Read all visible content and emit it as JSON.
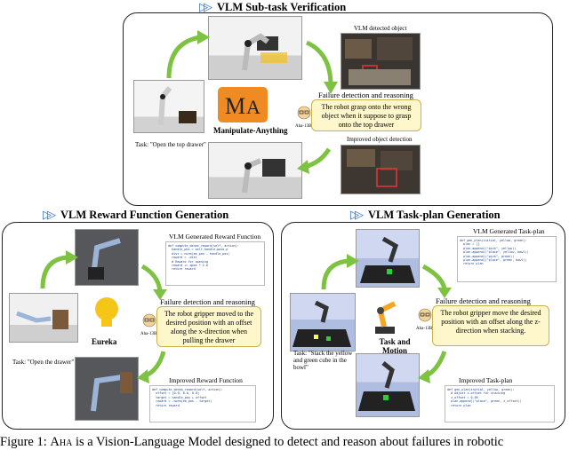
{
  "sections": {
    "top": "VLM Sub-task Verification",
    "left": "VLM Reward Function Generation",
    "right": "VLM Task-plan Generation"
  },
  "top_panel": {
    "detected_label": "VLM detected object",
    "improved_label": "Improved object detection",
    "task_label": "Task: \"Open the top drawer\"",
    "logo_name": "Manipulate-Anything",
    "bubble_head": "Failure detection and reasoning",
    "bubble_text": "The robot grasp onto the wrong object when it suppose to grasp onto the top drawer",
    "aha_label": "Aha-13B"
  },
  "left_panel": {
    "code_title": "VLM Generated Reward Function",
    "bubble_head": "Failure detection and reasoning",
    "bubble_text": "The robot gripper moved to the desired position with an offset along the x-direction when pulling the drawer",
    "eureka": "Eureka",
    "task_label": "Task: \"Open the drawer\"",
    "improved_title": "Improved Reward Function",
    "aha_label": "Aha-13B"
  },
  "right_panel": {
    "code_title": "VLM Generated Task-plan",
    "bubble_head": "Failure detection and reasoning",
    "bubble_text": "The robot gripper move the desired position with an offset along the z-direction when stacking.",
    "tamp": "Task and Motion Planning",
    "task_label": "Task: \"Stack the yellow and green cube in the bowl\"",
    "improved_title": "Improved Task-plan",
    "aha_label": "Aha-13B"
  },
  "caption": {
    "prefix": "Figure 1: ",
    "name": "Aha",
    "rest": " is a Vision-Language Model designed to detect and reason about failures in robotic"
  },
  "colors": {
    "arrow": "#7dc242",
    "chevron": "#2f6fd0",
    "bubble": "#fff7cc",
    "logo_bg": "#f08a22",
    "bulb": "#f5c518"
  }
}
